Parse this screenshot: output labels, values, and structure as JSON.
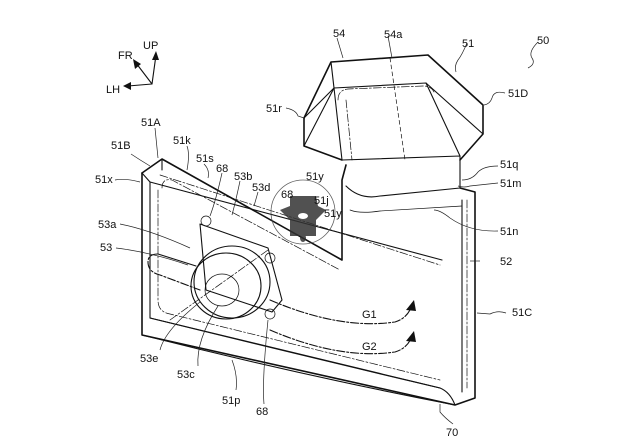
{
  "figure": {
    "title": "Patent drawing – air duct with fan unit",
    "orientation": {
      "up": "UP",
      "front": "FR",
      "left": "LH"
    },
    "reference_labels": {
      "assembly": "50",
      "duct_body": "51",
      "upper_portion": "51D",
      "cover": "54",
      "cover_line": "54a",
      "r": "51r",
      "q": "51q",
      "m": "51m",
      "n": "51n",
      "y_upper": "51y",
      "y_lower": "51y",
      "j": "51j",
      "A": "51A",
      "B": "51B",
      "k": "51k",
      "s": "51s",
      "x": "51x",
      "C": "51C",
      "p": "51p",
      "seal": "52",
      "fan": "53",
      "fan_a": "53a",
      "fan_b": "53b",
      "fan_c": "53c",
      "fan_d": "53d",
      "fan_e": "53e",
      "screw_top": "68",
      "screw_bottom": "68",
      "screw_inset": "68",
      "bottom_portion": "70",
      "flow_1": "G1",
      "flow_2": "G2"
    },
    "watermark_icon": "motorcycle-rider-logo"
  }
}
